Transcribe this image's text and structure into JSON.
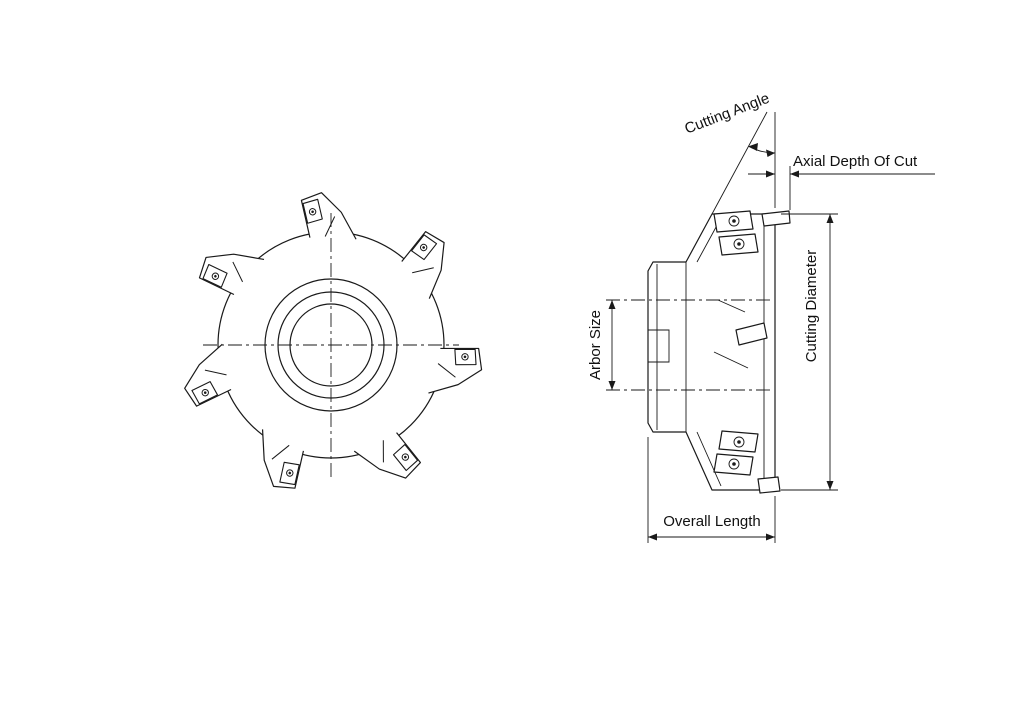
{
  "labels": {
    "cutting_angle": "Cutting Angle",
    "axial_depth_of_cut": "Axial Depth Of Cut",
    "cutting_diameter": "Cutting Diameter",
    "arbor_size": "Arbor Size",
    "overall_length": "Overall Length"
  },
  "colors": {
    "line": "#1a1a1a",
    "background": "#ffffff"
  }
}
